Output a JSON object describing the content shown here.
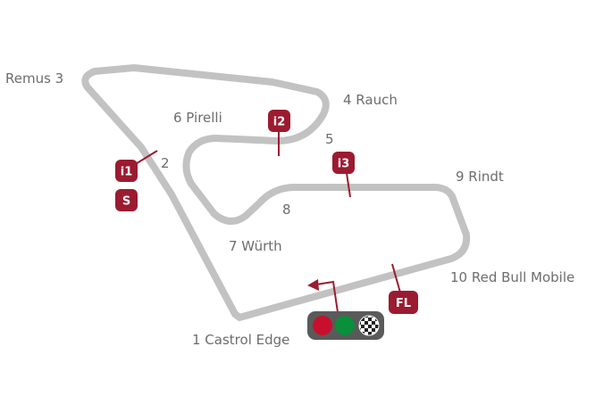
{
  "map": {
    "colors": {
      "track": "#c2c2c2",
      "marker": "#9b1b30",
      "label": "#6d6d6d",
      "light_red": "#c8102e",
      "light_green": "#0a8f3a",
      "light_housing": "#5a5a5a"
    },
    "corners": {
      "c1": "1 Castrol Edge",
      "c2": "2",
      "c3": "Remus 3",
      "c4": "4 Rauch",
      "c5": "5",
      "c6": "6 Pirelli",
      "c7": "7 Würth",
      "c8": "8",
      "c9": "9 Rindt",
      "c10": "10 Red Bull Mobile"
    },
    "markers": {
      "i1": "i1",
      "i2": "i2",
      "i3": "i3",
      "start": "S",
      "fastest_lap": "FL"
    },
    "icons": {
      "direction": "arrow-left-icon",
      "start_lights": "traffic-light-icon",
      "finish": "checkered-flag-icon"
    }
  }
}
